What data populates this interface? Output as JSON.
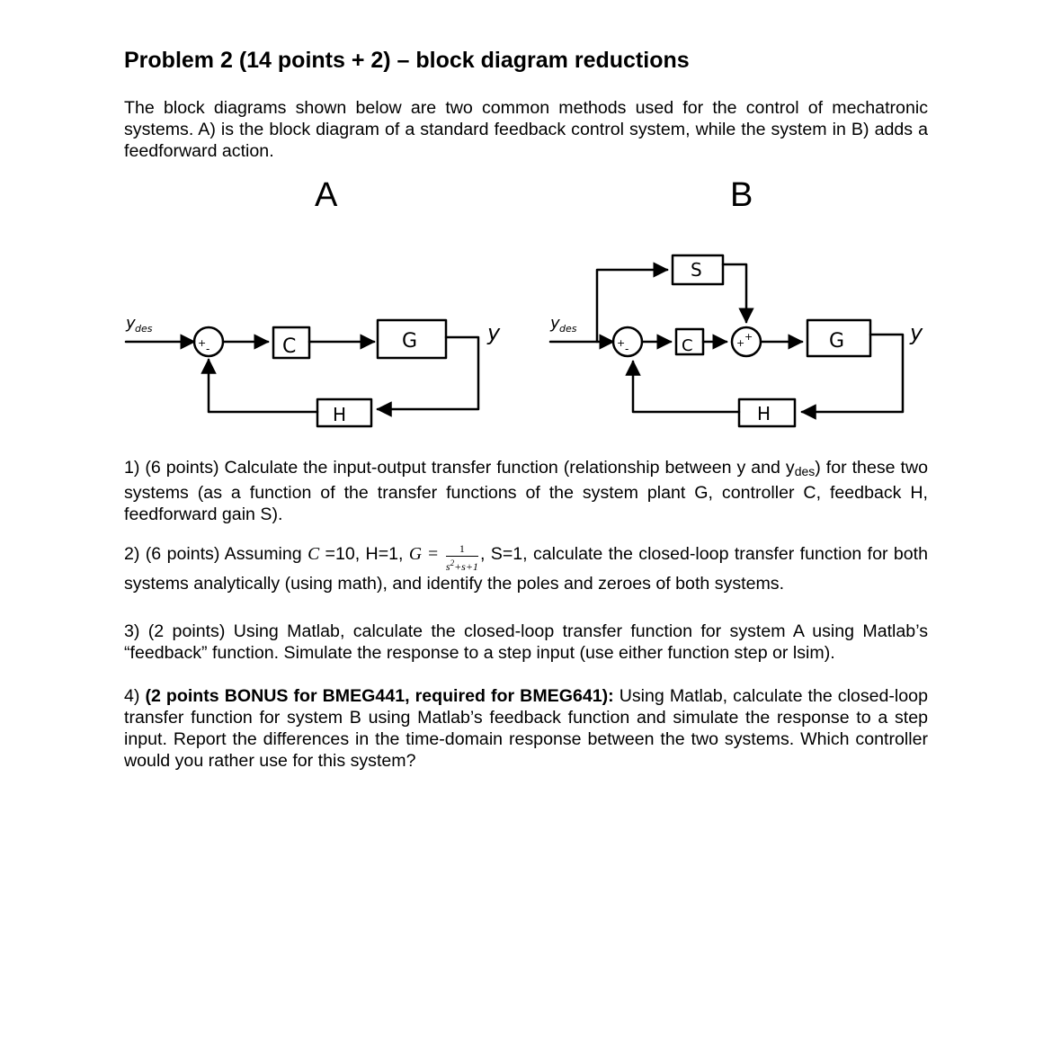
{
  "title": "Problem 2 (14 points + 2) – block diagram reductions",
  "intro": "The block diagrams shown below are two common methods used for the control of mechatronic systems. A) is the block diagram of a standard feedback control system, while the system in B) adds a feedforward action.",
  "diagram_a": {
    "label": "A",
    "input": "y",
    "input_sub": "des",
    "output": "y",
    "blocks": [
      "C",
      "G",
      "H"
    ],
    "sum_signs": [
      "+",
      "-"
    ]
  },
  "diagram_b": {
    "label": "B",
    "input": "y",
    "input_sub": "des",
    "output": "y",
    "blocks": [
      "S",
      "C",
      "G",
      "H"
    ],
    "sum1_signs": [
      "+",
      "-"
    ],
    "sum2_signs": [
      "+",
      "+"
    ]
  },
  "q1": {
    "text_a": "1) (6 points) Calculate the input-output transfer function  (relationship between y and y",
    "sub": "des",
    "text_b": ") for these two systems (as a function of the transfer functions of the system plant G, controller C, feedback H, feedforward gain S)."
  },
  "q2": {
    "prefix": "2) (6 points) Assuming ",
    "c_var": "C",
    "c_val": " =10, H=1, ",
    "g_var": "G",
    "eq": " = ",
    "g_num": "1",
    "g_den_a": "s",
    "g_den_exp": "2",
    "g_den_b": "+s+1",
    "comma": ",",
    "suffix": " S=1, calculate the closed-loop transfer function for both systems analytically (using math), and identify the poles and zeroes of both systems."
  },
  "q3": {
    "text": "3) (2 points) Using Matlab, calculate the closed-loop transfer function for system A using Matlab’s “feedback” function. Simulate the response to a step input (use either function step or lsim)."
  },
  "q4": {
    "prefix": "4) ",
    "bold": "(2 points BONUS for BMEG441, required for BMEG641):",
    "text": " Using Matlab, calculate the closed-loop transfer function for system B using Matlab’s feedback function and simulate the response to a step input. Report the differences in the time-domain response between the two systems. Which controller would you rather use for this system?"
  }
}
